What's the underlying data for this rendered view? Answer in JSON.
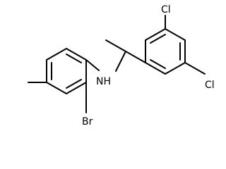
{
  "molecule": {
    "atom_labels": {
      "nitrogen": "NH",
      "bromine": "Br",
      "chlorine_top": "Cl",
      "chlorine_bottom": "Cl"
    },
    "ring_count": 2,
    "substituents": [
      "methyl",
      "bromo",
      "dichloro",
      "ethyl"
    ]
  },
  "colors": {
    "bond": "#000000",
    "background": "#ffffff"
  }
}
